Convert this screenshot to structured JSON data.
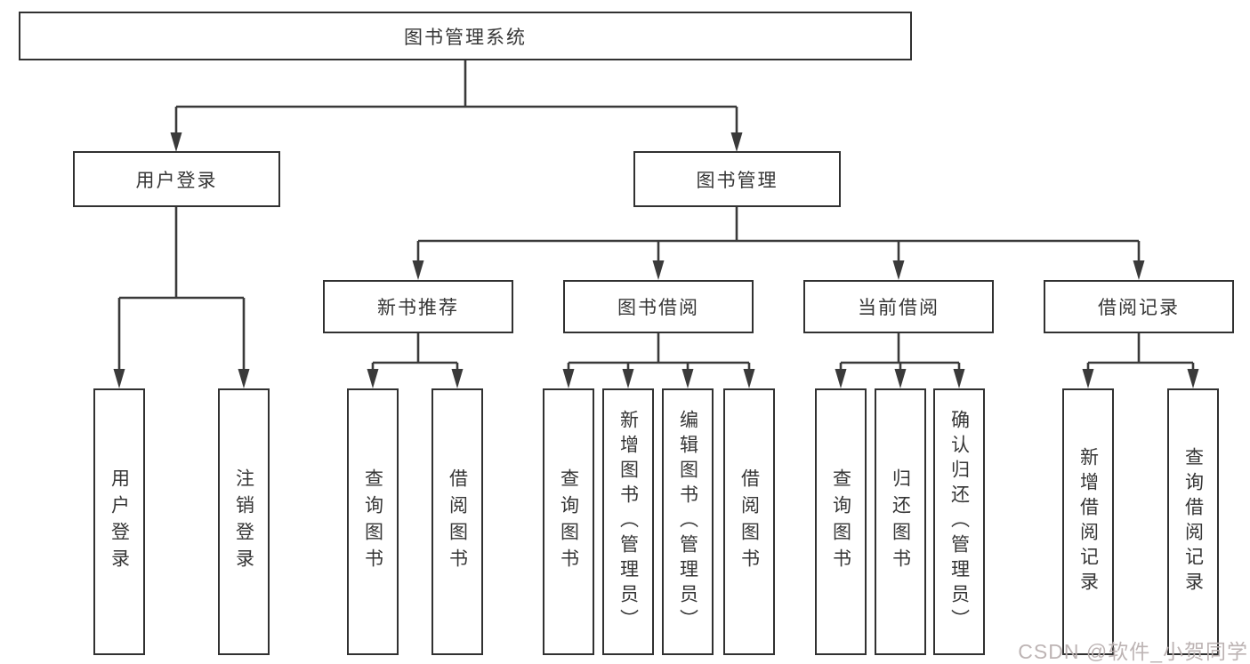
{
  "diagram": {
    "root": {
      "label": "图书管理系统"
    },
    "branches": [
      {
        "label": "用户登录",
        "children": [
          {
            "label": "用户登录"
          },
          {
            "label": "注销登录"
          }
        ]
      },
      {
        "label": "图书管理",
        "children": [
          {
            "label": "新书推荐",
            "children": [
              {
                "label": "查询图书"
              },
              {
                "label": "借阅图书"
              }
            ]
          },
          {
            "label": "图书借阅",
            "children": [
              {
                "label": "查询图书"
              },
              {
                "label": "新增图书（管理员）"
              },
              {
                "label": "编辑图书（管理员）"
              },
              {
                "label": "借阅图书"
              }
            ]
          },
          {
            "label": "当前借阅",
            "children": [
              {
                "label": "查询图书"
              },
              {
                "label": "归还图书"
              },
              {
                "label": "确认归还（管理员）"
              }
            ]
          },
          {
            "label": "借阅记录",
            "children": [
              {
                "label": "新增借阅记录"
              },
              {
                "label": "查询借阅记录"
              }
            ]
          }
        ]
      }
    ]
  },
  "watermark": {
    "text": "CSDN @软件_小贺同学"
  },
  "colors": {
    "line": "#3a3a3a",
    "box_border": "#313131",
    "text": "#363636",
    "background": "#ffffff",
    "watermark": "#b9b0b0"
  }
}
